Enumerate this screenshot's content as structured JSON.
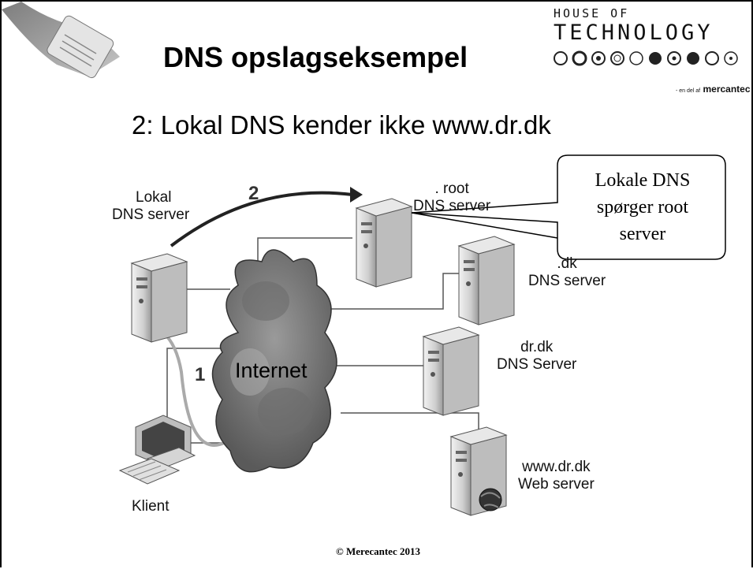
{
  "slide": {
    "title": "DNS opslagseksempel",
    "subtitle": "2: Lokal DNS kender ikke www.dr.dk",
    "footer": "© Merecantec 2013"
  },
  "logo": {
    "line1": "HOUSE OF",
    "line2": "TECHNOLOGY",
    "tag_small": "- en del af",
    "tag_brand": "mercantec"
  },
  "diagram": {
    "step1": "1",
    "step2": "2",
    "internet": "Internet",
    "local_dns": [
      "Lokal",
      "DNS server"
    ],
    "root_dns": [
      ". root",
      "DNS server"
    ],
    "dk_dns": [
      ".dk",
      "DNS server"
    ],
    "drdk_dns": [
      "dr.dk",
      "DNS Server"
    ],
    "web": [
      "www.dr.dk",
      "Web server"
    ],
    "client": "Klient",
    "callout": [
      "Lokale DNS",
      "spørger root",
      "server"
    ]
  }
}
